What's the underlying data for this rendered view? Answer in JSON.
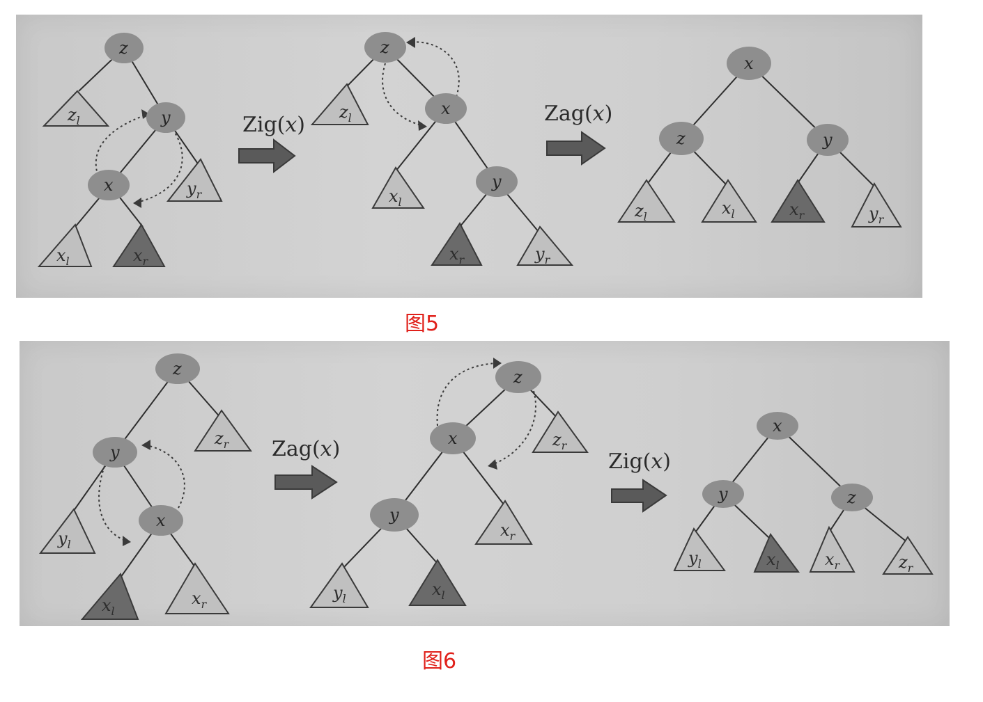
{
  "captions": {
    "fig5": "图5",
    "fig6": "图6"
  },
  "fig5": {
    "operations": [
      {
        "name": "Zig",
        "arg": "x"
      },
      {
        "name": "Zag",
        "arg": "x"
      }
    ],
    "tree1": {
      "nodes": [
        "z",
        "y",
        "x"
      ],
      "subtrees": [
        {
          "base": "z",
          "sub": "l"
        },
        {
          "base": "y",
          "sub": "r"
        },
        {
          "base": "x",
          "sub": "l"
        },
        {
          "base": "x",
          "sub": "r"
        }
      ]
    },
    "tree2": {
      "nodes": [
        "z",
        "x",
        "y"
      ],
      "subtrees": [
        {
          "base": "z",
          "sub": "l"
        },
        {
          "base": "x",
          "sub": "l"
        },
        {
          "base": "x",
          "sub": "r"
        },
        {
          "base": "y",
          "sub": "r"
        }
      ]
    },
    "tree3": {
      "nodes": [
        "x",
        "z",
        "y"
      ],
      "subtrees": [
        {
          "base": "z",
          "sub": "l"
        },
        {
          "base": "x",
          "sub": "l"
        },
        {
          "base": "x",
          "sub": "r"
        },
        {
          "base": "y",
          "sub": "r"
        }
      ]
    }
  },
  "fig6": {
    "operations": [
      {
        "name": "Zag",
        "arg": "x"
      },
      {
        "name": "Zig",
        "arg": "x"
      }
    ],
    "tree1": {
      "nodes": [
        "z",
        "y",
        "x"
      ],
      "subtrees": [
        {
          "base": "z",
          "sub": "r"
        },
        {
          "base": "y",
          "sub": "l"
        },
        {
          "base": "x",
          "sub": "l"
        },
        {
          "base": "x",
          "sub": "r"
        }
      ]
    },
    "tree2": {
      "nodes": [
        "z",
        "x",
        "y"
      ],
      "subtrees": [
        {
          "base": "z",
          "sub": "r"
        },
        {
          "base": "x",
          "sub": "r"
        },
        {
          "base": "y",
          "sub": "l"
        },
        {
          "base": "x",
          "sub": "l"
        }
      ]
    },
    "tree3": {
      "nodes": [
        "x",
        "y",
        "z"
      ],
      "subtrees": [
        {
          "base": "y",
          "sub": "l"
        },
        {
          "base": "x",
          "sub": "l"
        },
        {
          "base": "x",
          "sub": "r"
        },
        {
          "base": "z",
          "sub": "r"
        }
      ]
    }
  }
}
